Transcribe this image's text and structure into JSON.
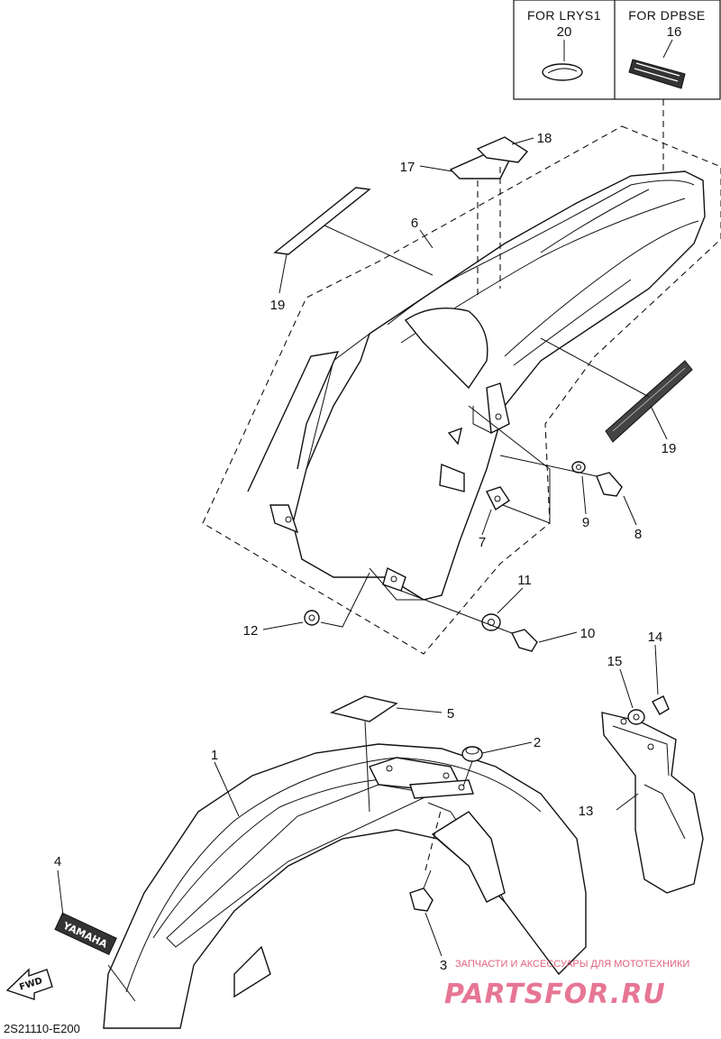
{
  "variant_box": {
    "left": {
      "header": "FOR LRYS1",
      "number": "20"
    },
    "right": {
      "header": "FOR DPBSE",
      "number": "16"
    }
  },
  "callouts": {
    "c1": "1",
    "c2": "2",
    "c3": "3",
    "c4": "4",
    "c5": "5",
    "c6": "6",
    "c7": "7",
    "c8": "8",
    "c9": "9",
    "c10": "10",
    "c11": "11",
    "c12": "12",
    "c13": "13",
    "c14": "14",
    "c15": "15",
    "c16": "16",
    "c17": "17",
    "c18": "18",
    "c19a": "19",
    "c19b": "19"
  },
  "decals": {
    "yamaha": "YAMAHA",
    "fwd": "FWD"
  },
  "diagram_code": "2S21110-E200",
  "watermark": {
    "tagline": "ЗАПЧАСТИ И АКСЕССУАРЫ ДЛЯ МОТОТЕХНИКИ",
    "brand": "PARTSFOR.RU"
  }
}
